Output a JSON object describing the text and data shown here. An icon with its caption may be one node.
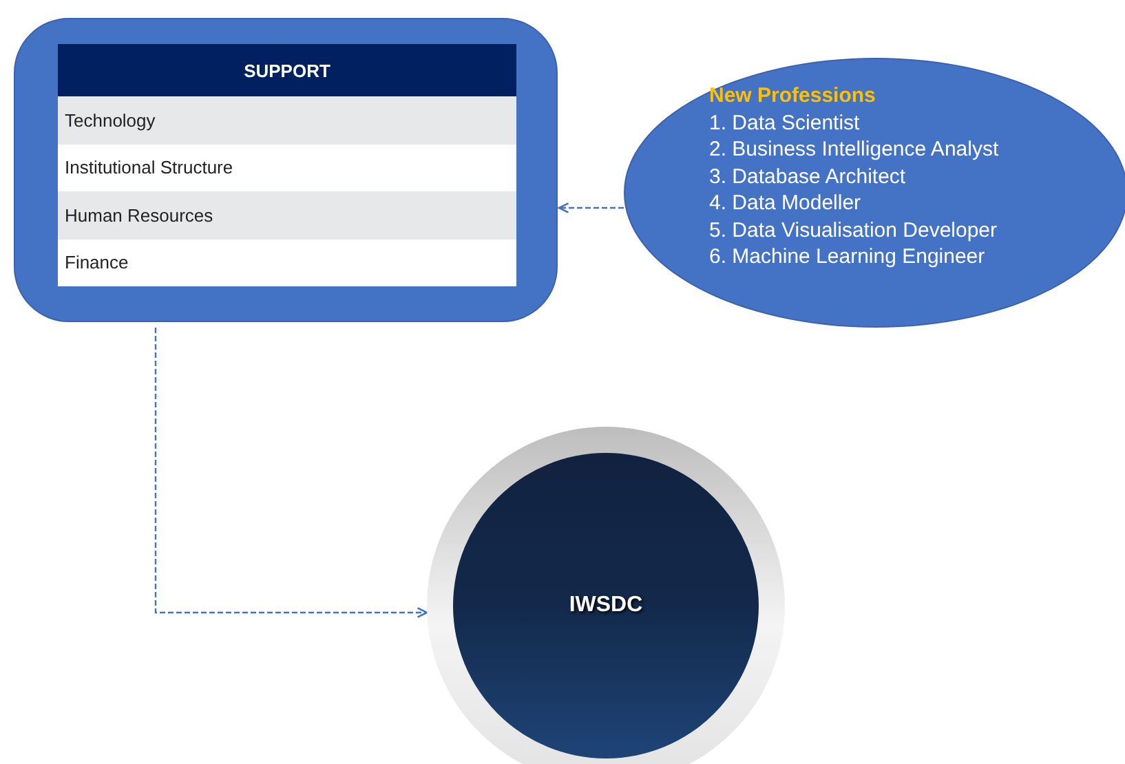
{
  "diagram": {
    "nodes": [
      {
        "text": [
          "SUPPORT",
          "Technology",
          "Institutional Structure",
          "Human Resources",
          "Finance"
        ]
      },
      {
        "text": [
          "New Professions",
          "1. Data Scientist",
          "2. Business Intelligence Analyst",
          "3. Database Architect",
          "4. Data Modeller",
          "5. Data Visualisation Developer",
          "6. Machine Learning Engineer"
        ]
      },
      {
        "text": [
          "IWSDC"
        ]
      }
    ],
    "edges": [
      {
        "from": 1,
        "to": 0,
        "arrow": "to",
        "style": "dashed"
      },
      {
        "from": 0,
        "to": 2,
        "arrow": "to",
        "style": "dashed"
      }
    ]
  }
}
